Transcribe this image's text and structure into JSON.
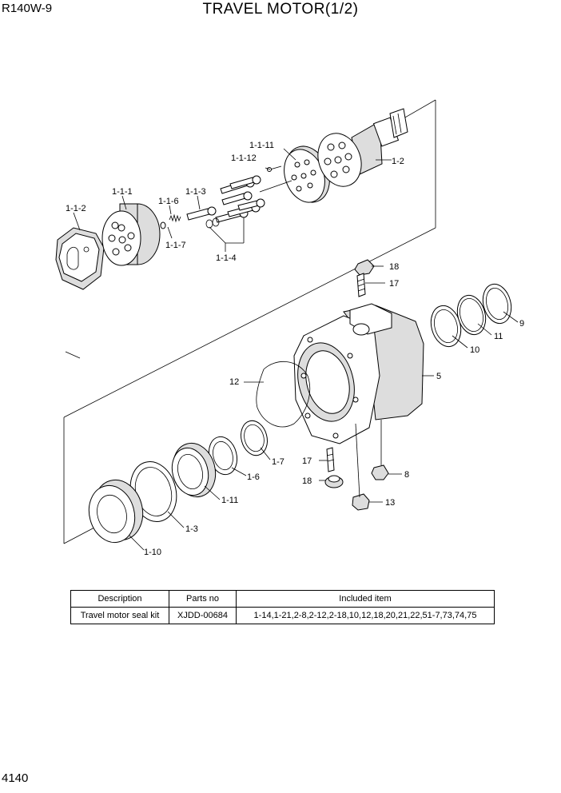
{
  "header": {
    "model": "R140W-9",
    "title": "TRAVEL MOTOR(1/2)"
  },
  "footer": {
    "page_number": "4140"
  },
  "callouts": {
    "c_1_1_2": "1-1-2",
    "c_1_1_1": "1-1-1",
    "c_1_1_6": "1-1-6",
    "c_1_1_3": "1-1-3",
    "c_1_1_7": "1-1-7",
    "c_1_1_4": "1-1-4",
    "c_1_1_12": "1-1-12",
    "c_1_1_11": "1-1-11",
    "c_1_2": "1-2",
    "c_18a": "18",
    "c_17a": "17",
    "c_9": "9",
    "c_11": "11",
    "c_10": "10",
    "c_5": "5",
    "c_12": "12",
    "c_1_7": "1-7",
    "c_17b": "17",
    "c_18b": "18",
    "c_8": "8",
    "c_1_6": "1-6",
    "c_13": "13",
    "c_1_11": "1-11",
    "c_1_3": "1-3",
    "c_1_10": "1-10"
  },
  "kit_table": {
    "headers": {
      "description": "Description",
      "parts_no": "Parts no",
      "included": "Included item"
    },
    "rows": [
      {
        "description": "Travel motor seal kit",
        "parts_no": "XJDD-00684",
        "included": "1-14,1-21,2-8,2-12,2-18,10,12,18,20,21,22,51-7,73,74,75"
      }
    ]
  }
}
